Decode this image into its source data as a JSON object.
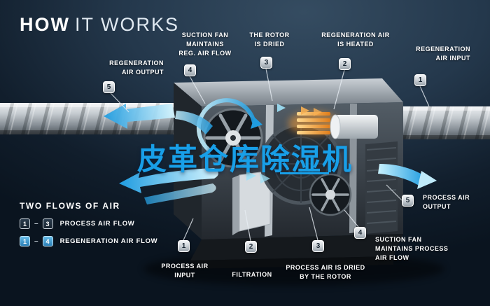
{
  "title": {
    "word1": "HOW",
    "word2": "IT WORKS"
  },
  "watermark": {
    "text": "皮革仓库除湿机"
  },
  "callouts": {
    "regeneration_air_output": {
      "num": "5",
      "text": "REGENERATION\nAIR OUTPUT"
    },
    "suction_fan_reg": {
      "num": "4",
      "text": "SUCTION FAN\nMAINTAINS\nREG. AIR FLOW"
    },
    "rotor_is_dried": {
      "num": "3",
      "text": "THE ROTOR\nIS DRIED"
    },
    "regeneration_air_heated": {
      "num": "2",
      "text": "REGENERATION AIR\nIS HEATED"
    },
    "regeneration_air_input": {
      "num": "1",
      "text": "REGENERATION\nAIR INPUT"
    },
    "process_air_output": {
      "num": "5",
      "text": "PROCESS AIR\nOUTPUT"
    },
    "suction_fan_process": {
      "num": "4",
      "text": "SUCTION FAN\nMAINTAINS PROCESS\nAIR FLOW"
    },
    "process_air_dried": {
      "num": "3",
      "text": "PROCESS AIR IS DRIED\nBY THE ROTOR"
    },
    "filtration": {
      "num": "2",
      "text": "FILTRATION"
    },
    "process_air_input": {
      "num": "1",
      "text": "PROCESS AIR\nINPUT"
    }
  },
  "legend": {
    "title": "TWO FLOWS OF AIR",
    "rows": [
      {
        "from": "1",
        "dash": "–",
        "to": "3",
        "label": "PROCESS AIR FLOW"
      },
      {
        "from": "1",
        "dash": "–",
        "to": "4",
        "label": "REGENERATION AIR FLOW"
      }
    ]
  },
  "colors": {
    "watermark-blue": "#189fe8",
    "label-white": "#ffffff",
    "accent-cyan": "#29b5ef",
    "accent-orange": "#f09a32",
    "bg-dark": "#0a141f"
  }
}
